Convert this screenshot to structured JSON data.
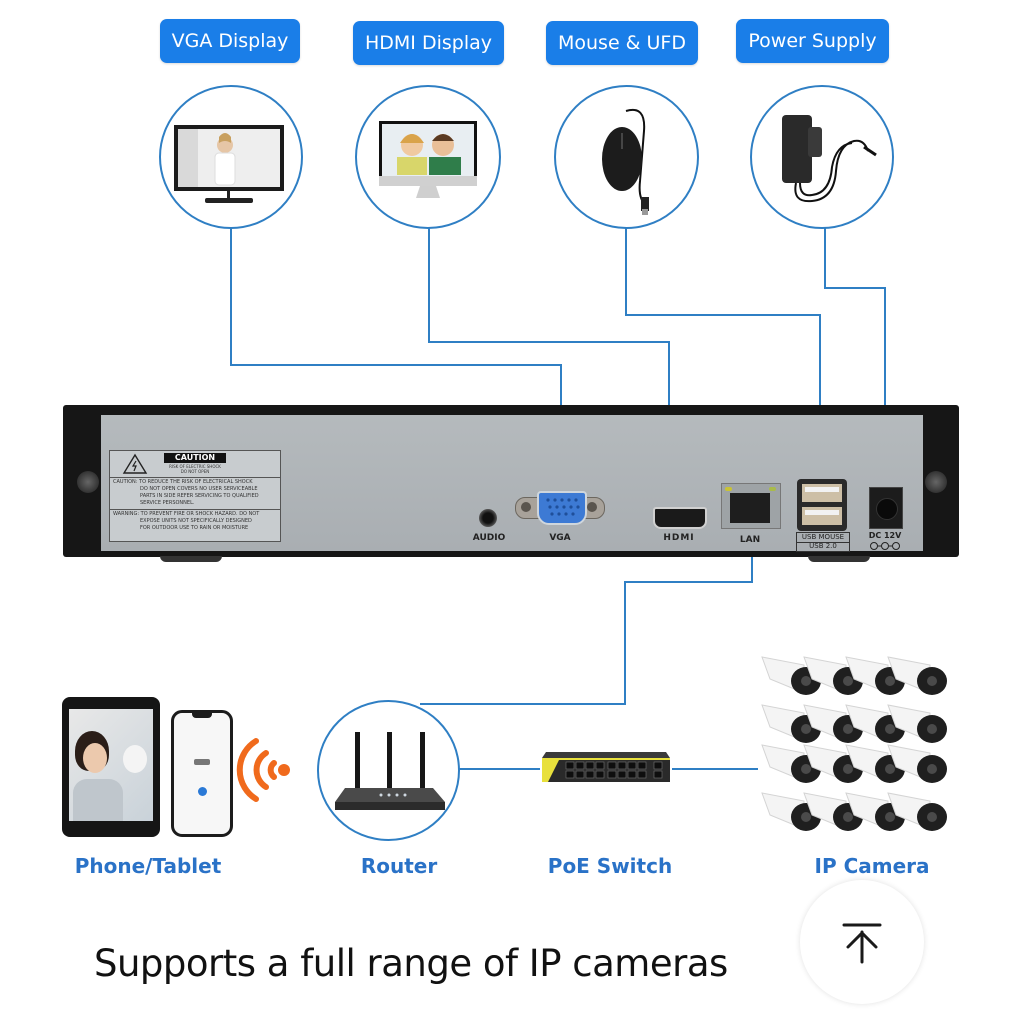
{
  "top_devices": [
    {
      "label": "VGA Display",
      "icon": "vga-monitor-icon"
    },
    {
      "label": "HDMI Display",
      "icon": "hdmi-monitor-icon"
    },
    {
      "label": "Mouse & UFD",
      "icon": "mouse-icon"
    },
    {
      "label": "Power Supply",
      "icon": "power-adapter-icon"
    }
  ],
  "nvr": {
    "caution": {
      "title": "CAUTION",
      "subtitle_1": "RISK OF ELECTRIC SHOCK",
      "subtitle_2": "DO NOT OPEN",
      "lines_1": [
        "CAUTION: TO REDUCE THE RISK OF ELECTRICAL SHOCK",
        "DO NOT OPEN COVERS NO USER SERVICEABLE",
        "PARTS IN SIDE REFER SERVICING TO QUALIFIED",
        "SERVICE PERSONNEL."
      ],
      "lines_2": [
        "WARNING: TO PREVENT FIRE OR SHOCK HAZARD. DO NOT",
        "EXPOSE UNITS NOT SPECIFICALLY DESIGNED",
        "FOR OUTDOOR USE TO RAIN OR MOISTURE"
      ]
    },
    "ports": {
      "audio": "AUDIO",
      "vga": "VGA",
      "hdmi": "HDMI",
      "lan": "LAN",
      "usb_1": "USB MOUSE",
      "usb_2": "USB 2.0",
      "dc": "DC 12V"
    }
  },
  "bottom_devices": [
    {
      "label": "Phone/Tablet",
      "icon": "phone-tablet-icon"
    },
    {
      "label": "Router",
      "icon": "router-icon"
    },
    {
      "label": "PoE Switch",
      "icon": "poe-switch-icon"
    },
    {
      "label": "IP Camera",
      "icon": "ip-camera-icon"
    }
  ],
  "footer": {
    "text": "Supports a full range of IP cameras"
  },
  "scroll_top": {
    "icon": "arrow-up-to-top-icon"
  },
  "colors": {
    "tag_blue": "#1a7ee8",
    "line_blue": "#2f7fc4",
    "label_blue": "#2a72c7",
    "wifi_orange": "#f06a1c"
  }
}
